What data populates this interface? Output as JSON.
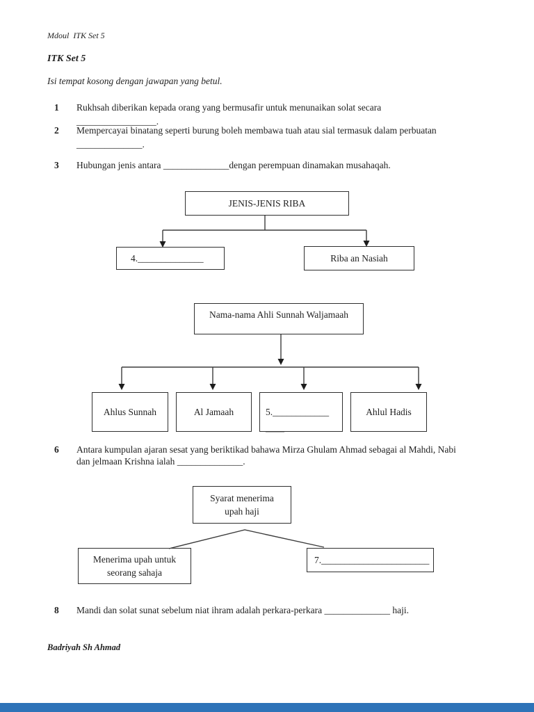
{
  "page": {
    "header_note": "Mdoul  ITK Set 5",
    "title": "ITK Set 5",
    "instruction": "Isi tempat kosong dengan jawapan yang betul.",
    "footer": "Badriyah Sh Ahmad",
    "accent_bar_color": "#2e73b8"
  },
  "questions": [
    {
      "number": "1",
      "line1": "Rukhsah diberikan kepada orang yang bermusafir untuk menunaikan solat secara",
      "line2": "_________________."
    },
    {
      "number": "2",
      "line1": "Mempercayai binatang seperti burung boleh membawa tuah atau sial termasuk dalam perbuatan",
      "line2": "______________."
    },
    {
      "number": "3",
      "line1": "Hubungan jenis antara ______________dengan perempuan dinamakan musahaqah."
    },
    {
      "number": "6",
      "line1": "Antara kumpulan ajaran sesat yang beriktikad bahawa Mirza Ghulam Ahmad sebagai al Mahdi, Nabi",
      "line2": "dan jelmaan Krishna ialah ______________."
    },
    {
      "number": "8",
      "line1": "Mandi dan solat sunat sebelum niat ihram adalah perkara-perkara ______________ haji."
    }
  ],
  "diagrams": {
    "riba": {
      "root": "JENIS-JENIS RIBA",
      "left_child": "4.______________",
      "right_child": "Riba an Nasiah"
    },
    "sunnah": {
      "root": "Nama-nama Ahli Sunnah Waljamaah",
      "children": [
        "Ahlus Sunnah",
        "Al Jamaah",
        "5.____________",
        "Ahlul Hadis"
      ],
      "child3_extra_line": "____"
    },
    "haji": {
      "root_line1": "Syarat menerima",
      "root_line2": "upah haji",
      "left_line1": "Menerima upah untuk",
      "left_line2": "seorang sahaja",
      "right_child": "7._______________________"
    }
  }
}
